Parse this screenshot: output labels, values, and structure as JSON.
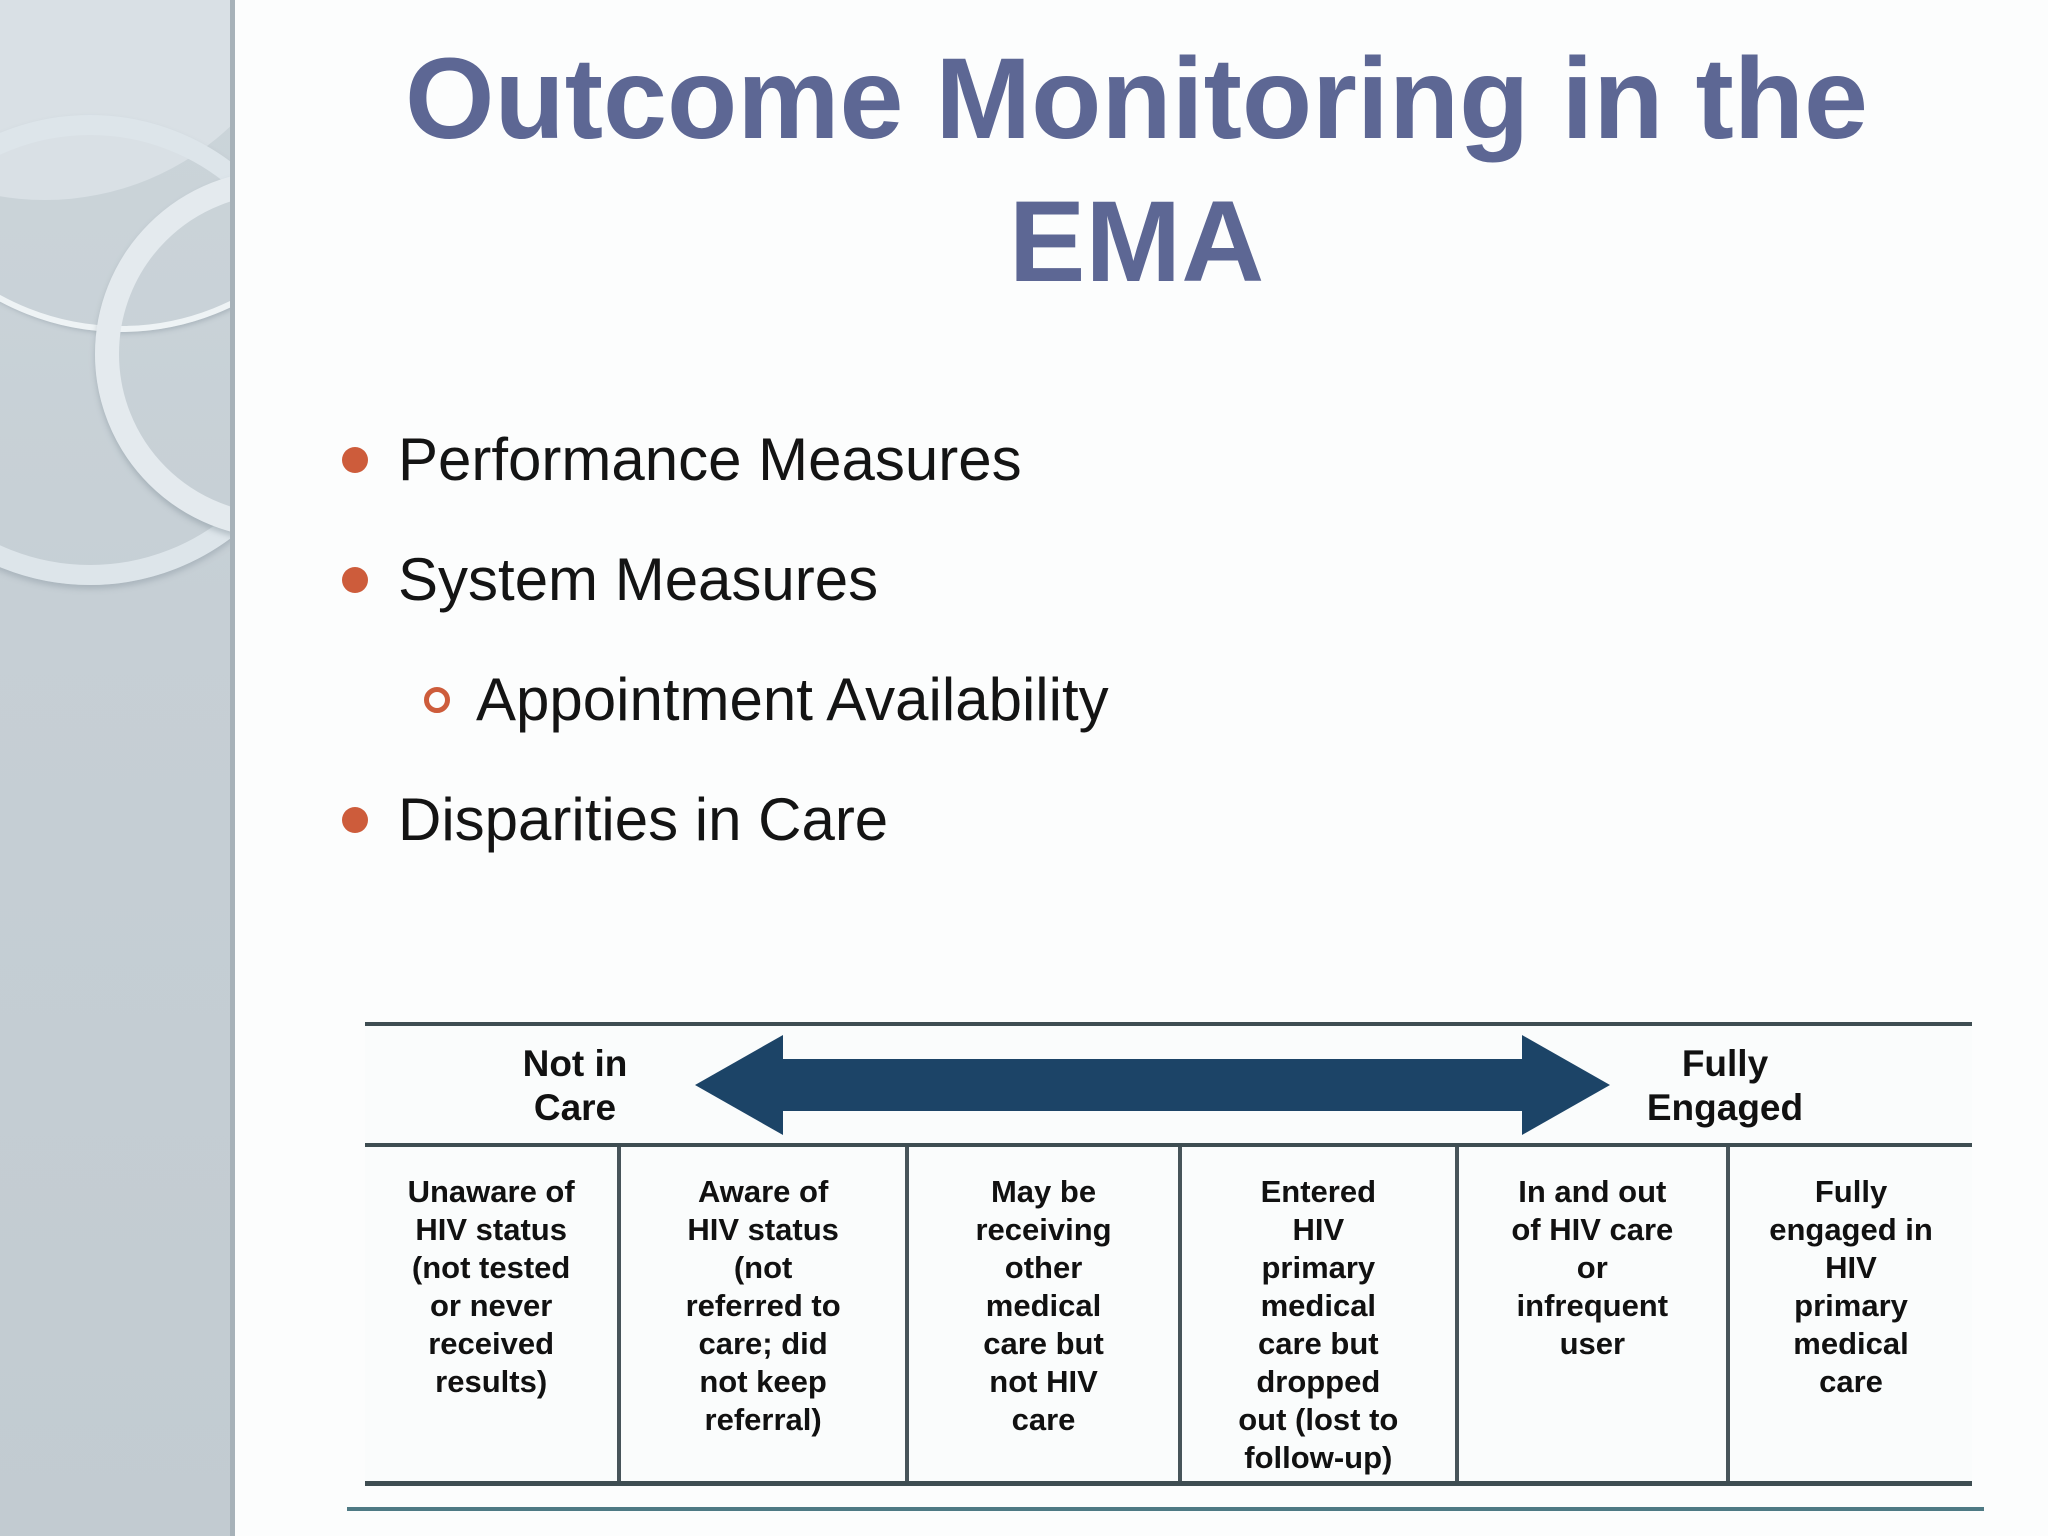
{
  "slide": {
    "title": "Outcome Monitoring in the\nEMA",
    "bullets": [
      {
        "level": 1,
        "label": "Performance Measures"
      },
      {
        "level": 1,
        "label": "System Measures"
      },
      {
        "level": 2,
        "label": "Appointment Availability"
      },
      {
        "level": 1,
        "label": "Disparities in Care"
      }
    ]
  },
  "diagram": {
    "left_label": "Not in\nCare",
    "right_label": "Fully\nEngaged",
    "stages": [
      "Unaware of\nHIV status\n(not tested\nor never\nreceived\nresults)",
      "Aware of\nHIV status\n(not\nreferred to\ncare; did\nnot keep\nreferral)",
      "May be\nreceiving\nother\nmedical\ncare but\nnot HIV\ncare",
      "Entered\nHIV\nprimary\nmedical\ncare but\ndropped\nout (lost to\nfollow-up)",
      "In and out\nof HIV care\nor\ninfrequent\nuser",
      "Fully\nengaged in\nHIV\nprimary\nmedical\ncare"
    ]
  },
  "icons": {
    "bullet": "filled-circle",
    "sub_bullet": "hollow-circle",
    "continuum_arrow": "double-headed-arrow"
  },
  "colors": {
    "title_text": "#5d6794",
    "bullet_marker": "#cd5c3b",
    "arrow": "#1c4467",
    "table_border": "#3e4d52",
    "accent_line": "#4e7a84",
    "sidebar": "#c6cfd5"
  }
}
